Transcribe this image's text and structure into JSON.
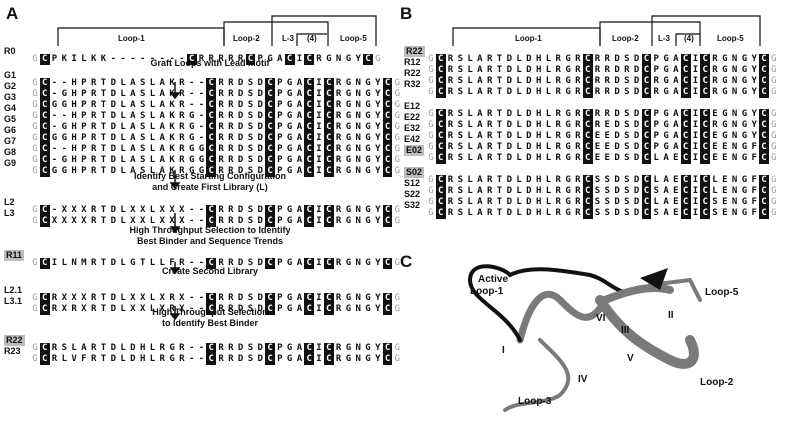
{
  "panels": {
    "a": "A",
    "b": "B",
    "c": "C"
  },
  "loops": {
    "loop1": "Loop-1",
    "loop2": "Loop-2",
    "l3": "L-3",
    "four": "(4)",
    "loop5": "Loop-5"
  },
  "steps": {
    "s1": "Graft Loops with Lead Motif",
    "s2a": "Identify Best Starting Configuration",
    "s2b": "and Create First Library (L)",
    "s3a": "High Throughput Selection to Identify",
    "s3b": "Best Binder and Sequence Trends",
    "s4": "Create Second Library",
    "s5a": "High Throughput Selection",
    "s5b": "to Identify Best Binder"
  },
  "rowsA": [
    {
      "label": "R0",
      "seq": "GCPKILKK--------CRRRRRCPGACICRGNGYCG"
    },
    {
      "label": "G1",
      "seq": "GC--HPRTDLASLAKR--CRRDSDCPGACICRGNGYCG"
    },
    {
      "label": "G2",
      "seq": "GC-GHPRTDLASLAKR--CRRDSDCPGACICRGNGYCG"
    },
    {
      "label": "G3",
      "seq": "GCGGHPRTDLASLAKR--CRRDSDCPGACICRGNGYCG"
    },
    {
      "label": "G4",
      "seq": "GC--HPRTDLASLAKRG-CRRDSDCPGACICRGNGYCG"
    },
    {
      "label": "G5",
      "seq": "GC-GHPRTDLASLAKRG-CRRDSDCPGACICRGNGYCG"
    },
    {
      "label": "G6",
      "seq": "GCGGHPRTDLASLAKRG-CRRDSDCPGACICRGNGYCG"
    },
    {
      "label": "G7",
      "seq": "GC--HPRTDLASLAKRGGCRRDSDCPGACICRGNGYCG"
    },
    {
      "label": "G8",
      "seq": "GC-GHPRTDLASLAKRGGCRRDSDCPGACICRGNGYCG"
    },
    {
      "label": "G9",
      "seq": "GCGGHPRTDLASLAKRGGCRRDSDCPGACICRGNGYCG"
    },
    {
      "label": "L2",
      "seq": "GC-XXXRTDLXXLXXX--CRRDSDCPGACICRGNGYCG"
    },
    {
      "label": "L3",
      "seq": "GCXXXXRTDLXXLXXX--CRRDSDCPGACICRGNGYCG"
    },
    {
      "label": "R11",
      "seq": "GCILNMRTDLGTLLFR--CRRDSDCPGACICRGNGYCG"
    },
    {
      "label": "L2.1",
      "seq": "GCRXXXRTDLXXLXRX--CRRDSDCPGACICRGNGYCG"
    },
    {
      "label": "L3.1",
      "seq": "GCRXRXRTDLXXLXRX--CRRDSDCPGACICRGNGYCG"
    },
    {
      "label": "R22",
      "seq": "GCRSLARTDLDHLRGR--CRRDSDCPGACICRGNGYCG"
    },
    {
      "label": "R23",
      "seq": "GCRLVFRTDLDHLRGR--CRRDSDCPGACICRGNGYCG"
    }
  ],
  "rowsB": [
    {
      "label": "R22",
      "seq": "GCRSLARTDLDHLRGRCRRDSDCPGACICRGNGYCG"
    },
    {
      "label": "R12",
      "seq": "GCRSLARTDLDHLRGRCRRDRDCPGACICRGNGYCG"
    },
    {
      "label": "R22",
      "seq": "GCRSLARTDLDHLRGRCRRDSDCRGACICRGNGYCG"
    },
    {
      "label": "R32",
      "seq": "GCRSLARTDLDHLRGRCRRDSDCRGACICRGNGYCG"
    },
    {
      "label": "E12",
      "seq": "GCRSLARTDLDHLRGRCRRDSDCPGACICEGNGYCG"
    },
    {
      "label": "E22",
      "seq": "GCRSLARTDLDHLRGRCREDSDCPGACICRGNGYCG"
    },
    {
      "label": "E32",
      "seq": "GCRSLARTDLDHLRGRCEEDSDCPGACICEGNGYCG"
    },
    {
      "label": "E42",
      "seq": "GCRSLARTDLDHLRGRCEEDSDCPGACICEENGFCG"
    },
    {
      "label": "E02",
      "seq": "GCRSLARTDLDHLRGRCEEDSDCLAECICEENGFCG"
    },
    {
      "label": "S02",
      "seq": "GCRSLARTDLDHLRGRCSSDSDCLAECICLENGFCG"
    },
    {
      "label": "S12",
      "seq": "GCRSLARTDLDHLRGRCSSDSDCSAECICLENGFCG"
    },
    {
      "label": "S22",
      "seq": "GCRSLARTDLDHLRGRCSSDSDCLAECICSENGFCG"
    },
    {
      "label": "S32",
      "seq": "GCRSLARTDLDHLRGRCSSDSDCSAECICSENGFCG"
    }
  ],
  "structure": {
    "active": "Active",
    "loop1": "Loop-1",
    "loop2": "Loop-2",
    "loop3": "Loop-3",
    "loop5": "Loop-5",
    "cys": [
      "I",
      "II",
      "III",
      "IV",
      "V",
      "VI"
    ]
  }
}
